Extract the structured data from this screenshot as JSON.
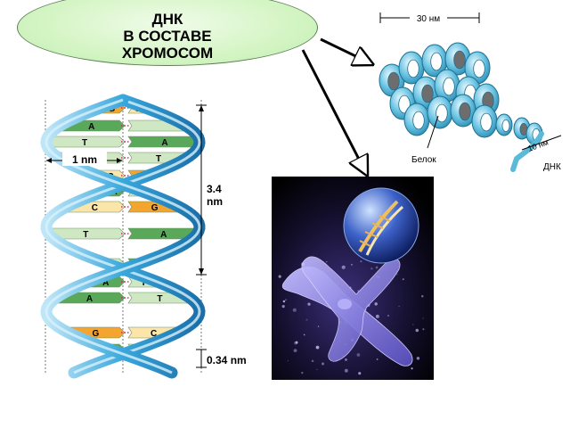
{
  "title": {
    "line1": "ДНК",
    "line2": "В СОСТАВЕ",
    "line3": "ХРОМОСОМ"
  },
  "dna_helix": {
    "width_label": "1 nm",
    "pitch_label_value": "3.4",
    "pitch_label_unit": "nm",
    "rise_label": "0.34 nm",
    "base_pairs": [
      {
        "left": "G",
        "right": "C"
      },
      {
        "left": "A",
        "right": ""
      },
      {
        "left": "T",
        "right": "A"
      },
      {
        "left": "",
        "right": "T"
      },
      {
        "left": "C",
        "right": "G"
      },
      {
        "left": "A",
        "right": "T"
      },
      {
        "left": "C",
        "right": "G"
      },
      {
        "left": "T",
        "right": "A"
      },
      {
        "left": "T",
        "right": "A"
      },
      {
        "left": "A",
        "right": "T"
      },
      {
        "left": "A",
        "right": "T"
      },
      {
        "left": "G",
        "right": "C"
      },
      {
        "left": "A",
        "right": "T"
      }
    ]
  },
  "nucleosome": {
    "width_label": "30 нм",
    "protein_label": "Белок",
    "strand_width_label": "10 нм",
    "dna_label": "ДНК"
  },
  "colors": {
    "helix_blue": "#3aa7dc",
    "base_orange": "#f3a530",
    "base_green": "#5aa85a",
    "base_light": "#fbe5a8",
    "coil_blue": "#5bbad8",
    "chromosome": "#8c84e0"
  }
}
